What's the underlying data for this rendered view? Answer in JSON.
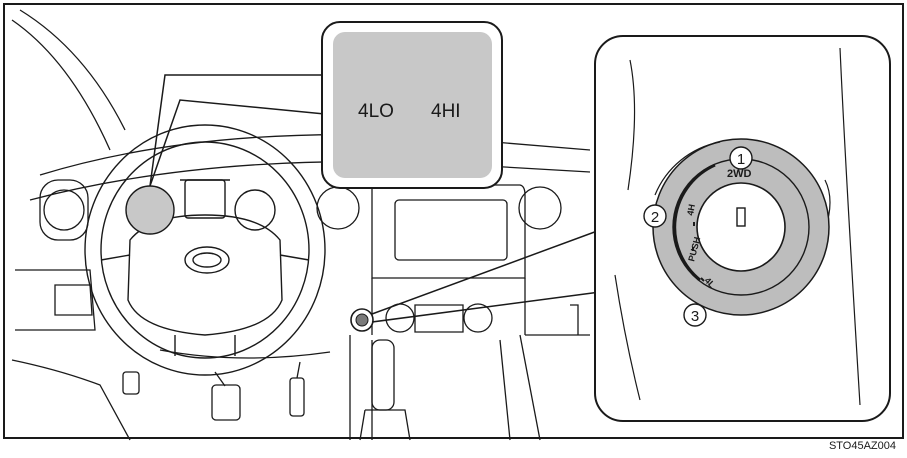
{
  "indicator_box": {
    "label_4lo": "4LO",
    "label_4hi": "4HI"
  },
  "dial": {
    "positions": {
      "n1": "1",
      "n2": "2",
      "n3": "3"
    },
    "label_2wd": "2WD",
    "label_4h": "4H",
    "label_push": "PUSH",
    "label_4l": "4L"
  },
  "figure_code": "STO45AZ004",
  "colors": {
    "line": "#1a1a1a",
    "highlight_grey": "#c8c8c8",
    "dial_ring_grey": "#bdbdbd",
    "background": "#ffffff"
  }
}
